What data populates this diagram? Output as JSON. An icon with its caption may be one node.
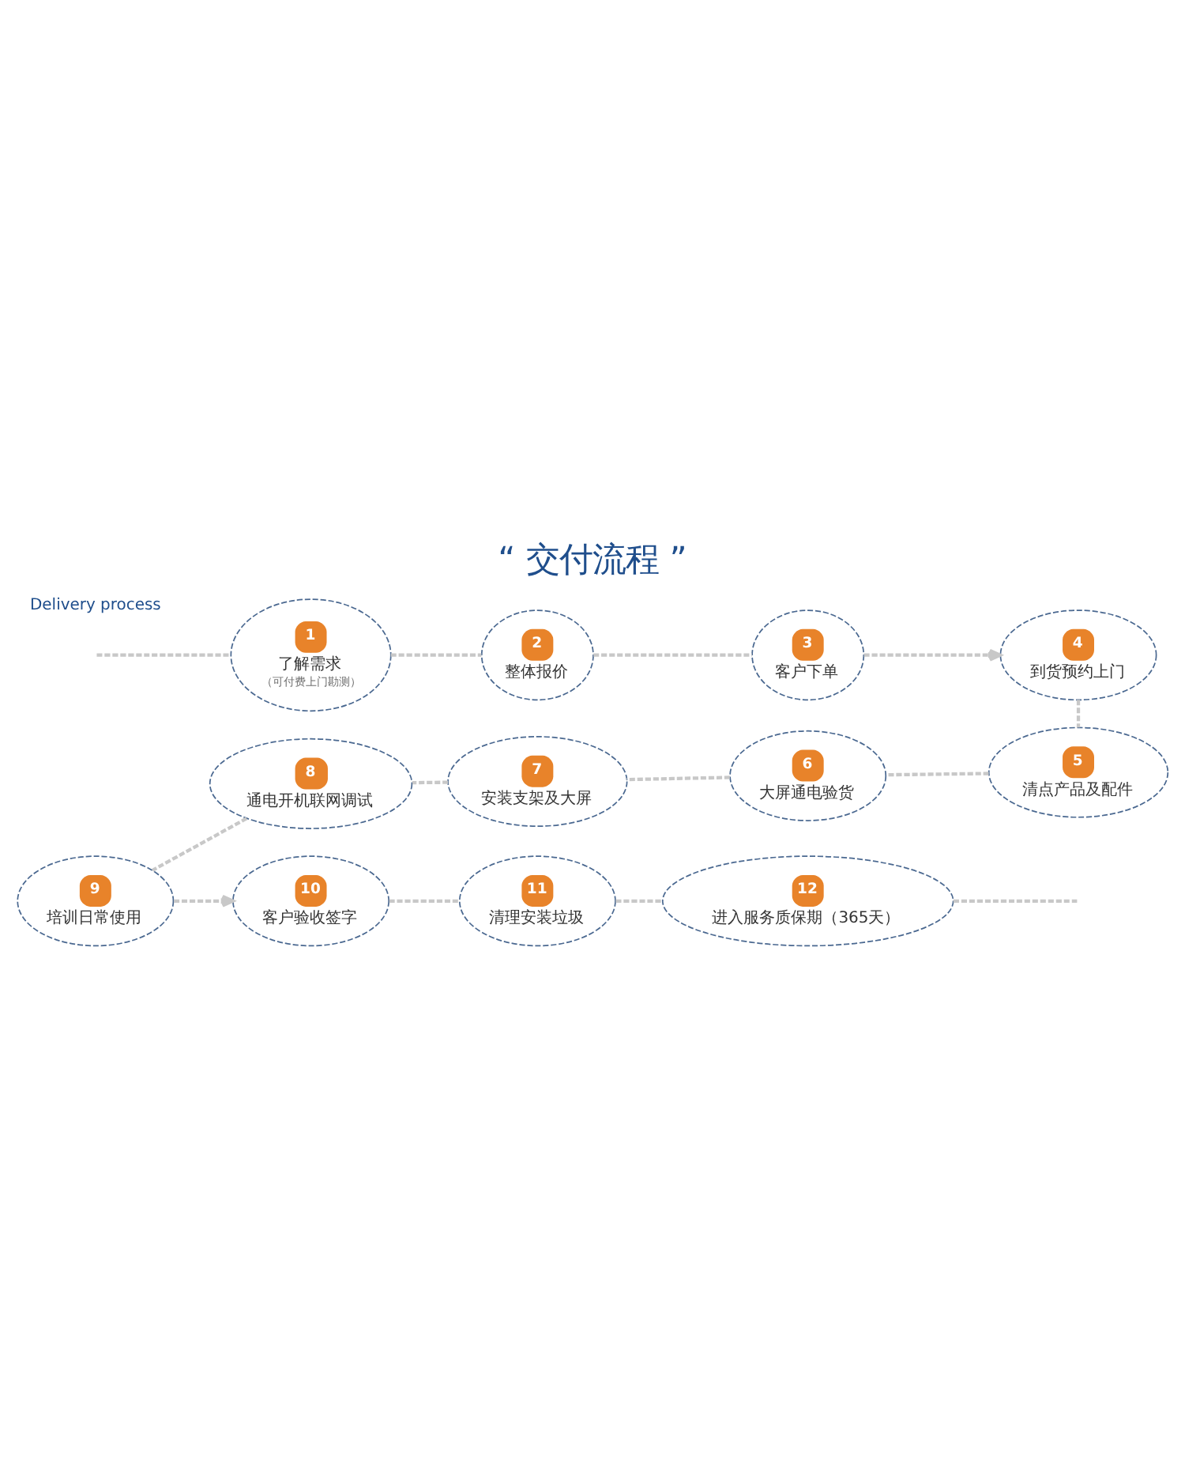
{
  "diagram": {
    "title": "“ 交付流程 ”",
    "nodes": [
      {
        "text": [
          "1",
          "了解需求",
          "（可付费上门勘测）"
        ]
      },
      {
        "text": [
          "2",
          "整体报价"
        ]
      },
      {
        "text": [
          "3",
          "客户下单"
        ]
      },
      {
        "text": [
          "4",
          "到货预约上门"
        ]
      },
      {
        "text": [
          "5",
          "清点产品及配件"
        ]
      },
      {
        "text": [
          "6",
          "大屏通电验货"
        ]
      },
      {
        "text": [
          "7",
          "安装支架及大屏"
        ]
      },
      {
        "text": [
          "8",
          "通电开机联网调试"
        ]
      },
      {
        "text": [
          "9",
          "培训日常使用"
        ]
      },
      {
        "text": [
          "10",
          "客户验收签字"
        ]
      },
      {
        "text": [
          "11",
          "清理安装垃圾"
        ]
      },
      {
        "text": [
          "12",
          "进入服务质保期（365天）"
        ]
      }
    ],
    "edges": [
      {
        "from": null,
        "to": 0,
        "arrow": "none",
        "style": "dashed"
      },
      {
        "from": 0,
        "to": 1,
        "arrow": "none",
        "style": "dashed"
      },
      {
        "from": 1,
        "to": 2,
        "arrow": "none",
        "style": "dashed"
      },
      {
        "from": 2,
        "to": 3,
        "arrow": "to",
        "style": "dashed"
      },
      {
        "from": 3,
        "to": 4,
        "arrow": "none",
        "style": "dashed"
      },
      {
        "from": 4,
        "to": 5,
        "arrow": "none",
        "style": "dashed"
      },
      {
        "from": 5,
        "to": 6,
        "arrow": "none",
        "style": "dashed"
      },
      {
        "from": 6,
        "to": 7,
        "arrow": "none",
        "style": "dashed"
      },
      {
        "from": 7,
        "to": 8,
        "arrow": "none",
        "style": "dashed"
      },
      {
        "from": 8,
        "to": 9,
        "arrow": "to",
        "style": "dashed"
      },
      {
        "from": 9,
        "to": 10,
        "arrow": "none",
        "style": "dashed"
      },
      {
        "from": 10,
        "to": 11,
        "arrow": "none",
        "style": "dashed"
      },
      {
        "from": 11,
        "to": null,
        "arrow": "none",
        "style": "dashed"
      }
    ],
    "labels": [
      "Delivery process"
    ]
  }
}
